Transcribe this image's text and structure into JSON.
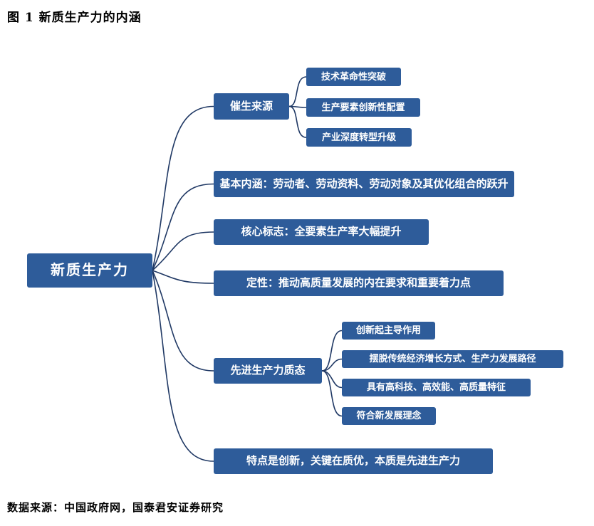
{
  "title": "图 1  新质生产力的内涵",
  "source": "数据来源：中国政府网，国泰君安证券研究",
  "root": {
    "label": "新质生产力"
  },
  "branches": [
    {
      "label": "催生来源",
      "children": [
        "技术革命性突破",
        "生产要素创新性配置",
        "产业深度转型升级"
      ]
    },
    {
      "label": "基本内涵：劳动者、劳动资料、劳动对象及其优化组合的跃升"
    },
    {
      "label": "核心标志：全要素生产率大幅提升"
    },
    {
      "label": "定性：推动高质量发展的内在要求和重要着力点"
    },
    {
      "label": "先进生产力质态",
      "children": [
        "创新起主导作用",
        "摆脱传统经济增长方式、生产力发展路径",
        "具有高科技、高效能、高质量特征",
        "符合新发展理念"
      ]
    },
    {
      "label": "特点是创新，关键在质优，本质是先进生产力"
    }
  ],
  "colors": {
    "box": "#2e5c9a",
    "line": "#1f3864",
    "node_text": "#ffffff"
  }
}
